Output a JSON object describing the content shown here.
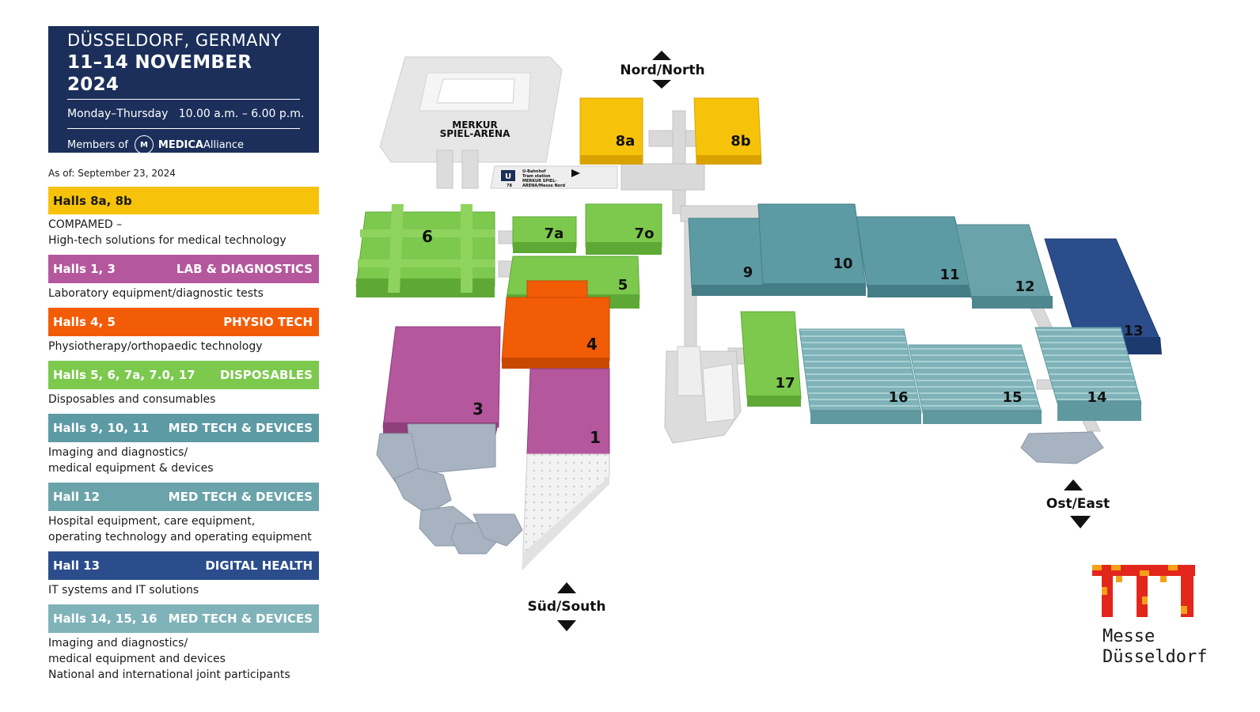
{
  "header": {
    "city": "DÜSSELDORF, GERMANY",
    "dates": "11–14 NOVEMBER 2024",
    "hours": "Monday–Thursday   10.00 a.m. – 6.00 p.m.",
    "members_prefix": "Members of",
    "alliance_bold": "MEDICA",
    "alliance_rest": "Alliance"
  },
  "as_of": "As of: September 23, 2024",
  "colors": {
    "yellow": "#f7c20a",
    "magenta": "#b4579d",
    "orange": "#f25c07",
    "green": "#7cc94d",
    "teal": "#5d9ba4",
    "navy": "#2b4d8c",
    "teal_light": "#7fb3b9",
    "header_bg": "#1b2f5a"
  },
  "legend": [
    {
      "halls": "Halls 8a, 8b",
      "category": "",
      "color": "#f7c20a",
      "text_color": "#1a1a1a",
      "desc": "COMPAMED –\nHigh-tech solutions for medical technology"
    },
    {
      "halls": "Halls 1, 3",
      "category": "LAB & DIAGNOSTICS",
      "color": "#b4579d",
      "text_color": "#ffffff",
      "desc": "Laboratory equipment/diagnostic tests"
    },
    {
      "halls": "Halls 4, 5",
      "category": "PHYSIO TECH",
      "color": "#f25c07",
      "text_color": "#ffffff",
      "desc": "Physiotherapy/orthopaedic technology"
    },
    {
      "halls": "Halls 5, 6, 7a, 7.0, 17",
      "category": "DISPOSABLES",
      "color": "#7cc94d",
      "text_color": "#ffffff",
      "desc": "Disposables and consumables"
    },
    {
      "halls": "Halls 9, 10, 11",
      "category": "MED TECH & DEVICES",
      "color": "#5d9ba4",
      "text_color": "#ffffff",
      "desc": "Imaging and diagnostics/\nmedical equipment & devices"
    },
    {
      "halls": "Hall 12",
      "category": "MED TECH & DEVICES",
      "color": "#6aa4aa",
      "text_color": "#ffffff",
      "desc": "Hospital equipment, care equipment,\noperating technology and operating equipment"
    },
    {
      "halls": "Hall 13",
      "category": "DIGITAL HEALTH",
      "color": "#2b4d8c",
      "text_color": "#ffffff",
      "desc": "IT systems and IT solutions"
    },
    {
      "halls": "Halls 14, 15, 16",
      "category": "MED TECH & DEVICES",
      "color": "#7fb3b9",
      "text_color": "#ffffff",
      "desc": "Imaging and diagnostics/\nmedical equipment and devices\nNational and international joint participants"
    }
  ],
  "map": {
    "arena_line1": "MERKUR",
    "arena_line2": "SPIEL-ARENA",
    "station_lines": [
      "U-Bahnhof",
      "Tram station",
      "MERKUR SPIEL-",
      "ARENA/Messe Nord"
    ],
    "station_code": "78",
    "compass": {
      "north": "Nord/North",
      "south": "Süd/South",
      "east": "Ost/East"
    },
    "halls": {
      "h8a": "8a",
      "h8b": "8b",
      "h6": "6",
      "h7a": "7a",
      "h70": "7o",
      "h5": "5",
      "h4": "4",
      "h3": "3",
      "h1": "1",
      "h9": "9",
      "h10": "10",
      "h11": "11",
      "h12": "12",
      "h13": "13",
      "h17": "17",
      "h16": "16",
      "h15": "15",
      "h14": "14"
    }
  },
  "logo": {
    "line1": "Messe",
    "line2": "Düsseldorf"
  }
}
